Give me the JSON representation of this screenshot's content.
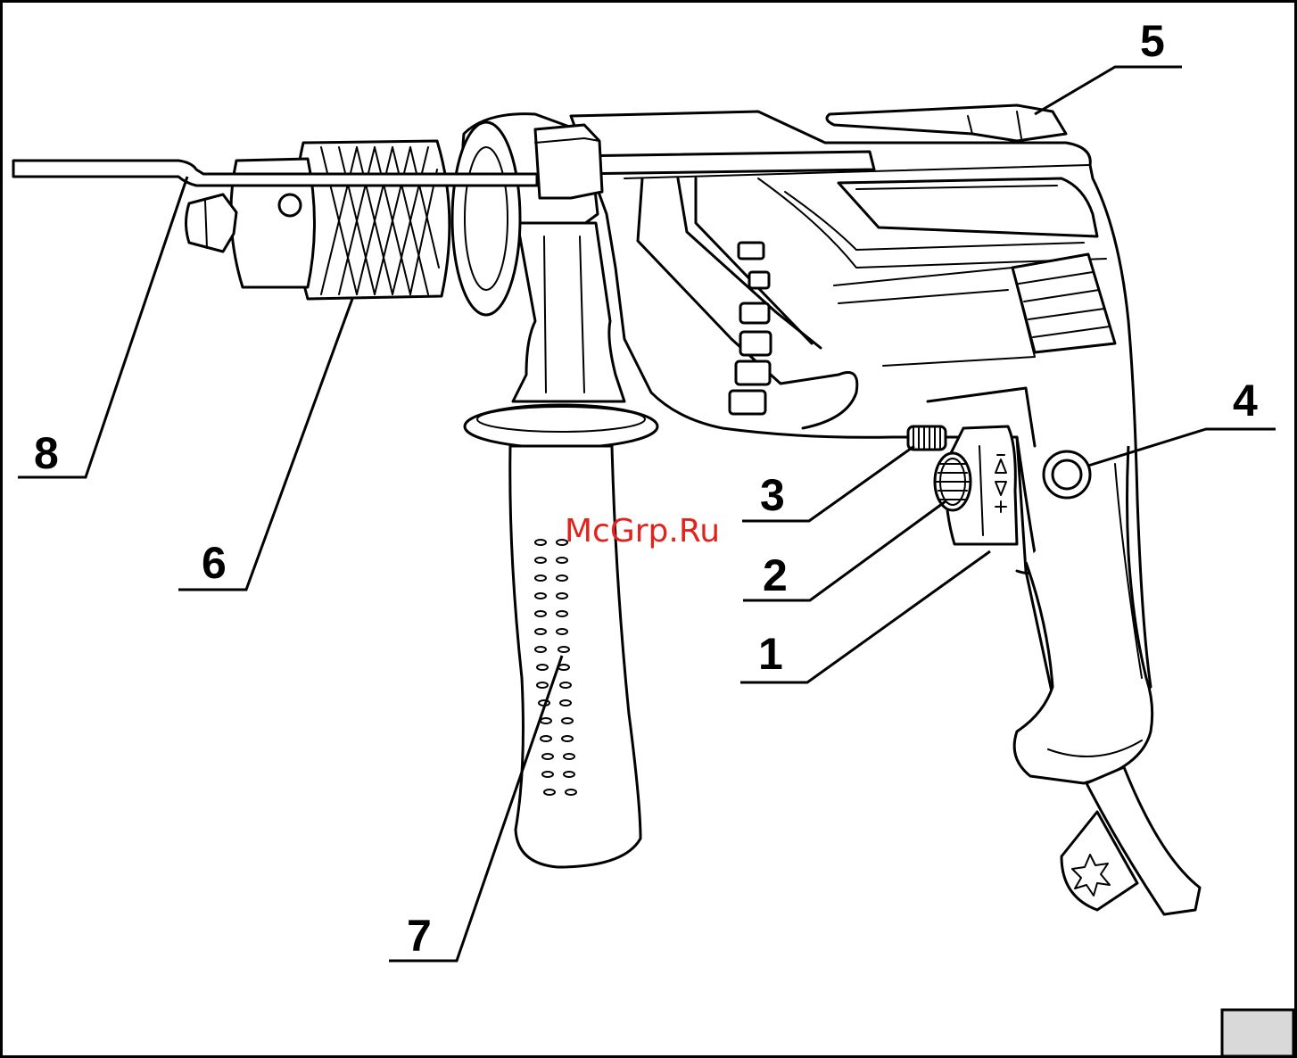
{
  "watermark": "McGrp.Ru",
  "callouts": [
    {
      "id": "1",
      "label": "1"
    },
    {
      "id": "2",
      "label": "2"
    },
    {
      "id": "3",
      "label": "3"
    },
    {
      "id": "4",
      "label": "4"
    },
    {
      "id": "5",
      "label": "5"
    },
    {
      "id": "6",
      "label": "6"
    },
    {
      "id": "7",
      "label": "7"
    },
    {
      "id": "8",
      "label": "8"
    }
  ],
  "colors": {
    "line": "#000000",
    "watermark": "#e0241b",
    "page_box": "#d9d9d9"
  }
}
